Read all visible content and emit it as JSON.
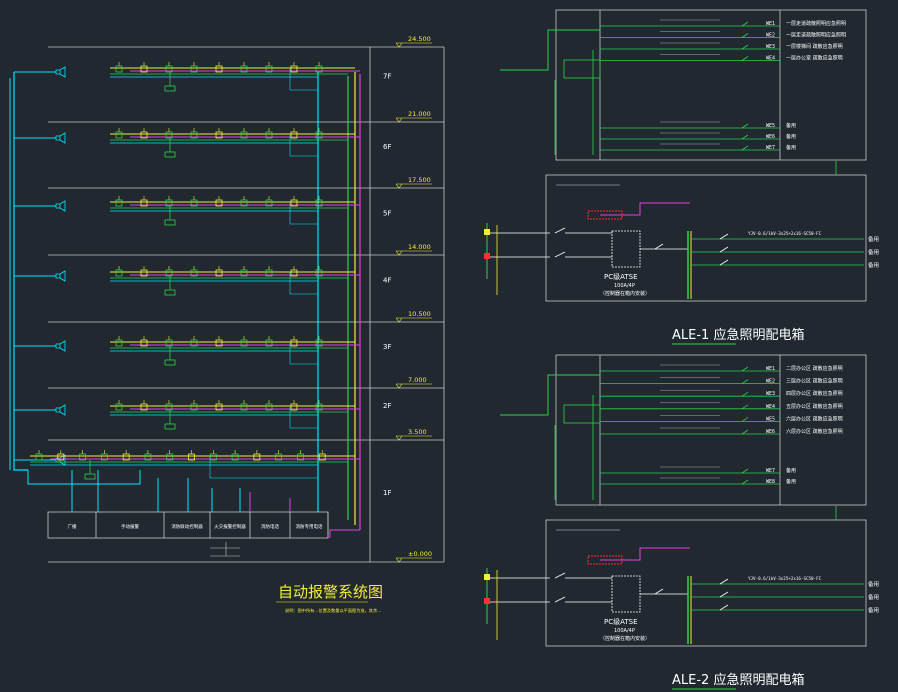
{
  "colors": {
    "background": "#212830",
    "frame": "#c8c8c8",
    "cyan": "#00e5ff",
    "green": "#2bd14a",
    "yellow": "#f2ef3a",
    "magenta": "#e23fe6",
    "red": "#ff3030",
    "white": "#ffffff"
  },
  "alarm": {
    "title": "自动报警系统图",
    "note": "说明：图中所有…位置及数量以平面图为准，其余…",
    "levels": [
      "24.500",
      "21.000",
      "17.500",
      "14.000",
      "10.500",
      "7.000",
      "3.500",
      "±0.000"
    ],
    "floors": [
      "7F",
      "6F",
      "5F",
      "4F",
      "3F",
      "2F",
      "1F"
    ],
    "bottom_boxes": [
      "广播",
      "手动报警",
      "消防联动控制器",
      "火灾报警控制器",
      "消防电话",
      "消防专用电话"
    ]
  },
  "ale1": {
    "title": "ALE-1  应急照明配电箱",
    "circuits": [
      {
        "id": "WE1",
        "desc": "一层走道疏散照明应急照明"
      },
      {
        "id": "WE2",
        "desc": "一层走道疏散照明应急照明"
      },
      {
        "id": "WE3",
        "desc": "一层楼梯间 疏散应急照明"
      },
      {
        "id": "WE4",
        "desc": "一层办公室 疏散应急照明"
      },
      {
        "id": "WE5",
        "desc": "备用"
      },
      {
        "id": "WE6",
        "desc": "备用"
      },
      {
        "id": "WE7",
        "desc": "备用"
      }
    ],
    "lower_outputs": [
      "备用",
      "备用",
      "备用"
    ],
    "atse_label": "PC级ATSE",
    "atse_rating": "100A/4P",
    "atse_note": "（控制器在箱内安装）",
    "feeder_label": "YJV-0.6/1kV-3x25+2x16-SC50-FC"
  },
  "ale2": {
    "title": "ALE-2  应急照明配电箱",
    "circuits": [
      {
        "id": "WE1",
        "desc": "二层办公区 疏散应急照明"
      },
      {
        "id": "WE2",
        "desc": "三层办公区 疏散应急照明"
      },
      {
        "id": "WE3",
        "desc": "四层办公区 疏散应急照明"
      },
      {
        "id": "WE4",
        "desc": "五层办公区 疏散应急照明"
      },
      {
        "id": "WE5",
        "desc": "六层办公区 疏散应急照明"
      },
      {
        "id": "WE6",
        "desc": "六层办公区 疏散应急照明"
      },
      {
        "id": "WE7",
        "desc": "备用"
      },
      {
        "id": "WE8",
        "desc": "备用"
      }
    ],
    "lower_outputs": [
      "备用",
      "备用",
      "备用"
    ],
    "atse_label": "PC级ATSE",
    "atse_rating": "100A/4P",
    "atse_note": "（控制器在箱内安装）",
    "feeder_label": "YJV-0.6/1kV-3x25+2x16-SC50-FC"
  }
}
